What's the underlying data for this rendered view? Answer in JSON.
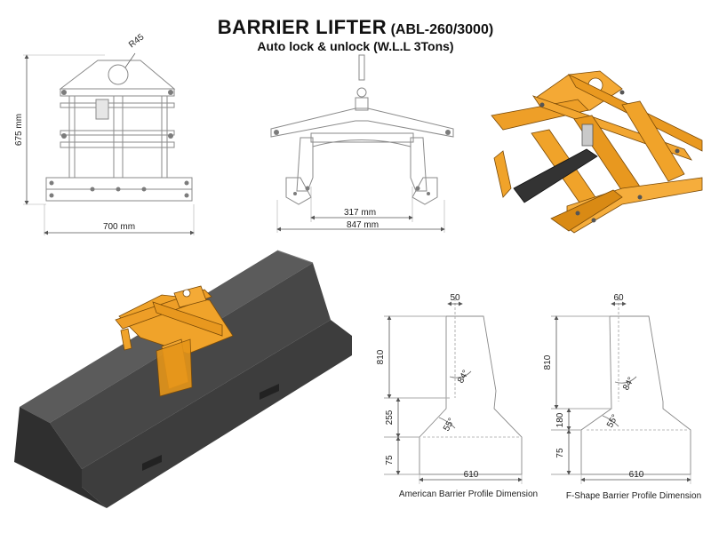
{
  "header": {
    "title": "BARRIER LIFTER",
    "model": "(ABL-260/3000)",
    "subtitle": "Auto lock & unlock (W.L.L 3Tons)"
  },
  "front_view": {
    "radius_label": "R45",
    "height_label": "675 mm",
    "width_label": "700 mm"
  },
  "side_view": {
    "inner_width_label": "317 mm",
    "outer_width_label": "847 mm"
  },
  "american_profile": {
    "top_width": "50",
    "height": "810",
    "mid_height": "255",
    "base_height": "75",
    "base_width": "610",
    "upper_angle": "84°",
    "lower_angle": "55°",
    "caption": "American Barrier Profile Dimension"
  },
  "fshape_profile": {
    "top_width": "60",
    "height": "810",
    "mid_height": "180",
    "base_height": "75",
    "base_width": "610",
    "upper_angle": "84°",
    "lower_angle": "55°",
    "caption": "F-Shape Barrier Profile Dimension"
  },
  "colors": {
    "lifter_orange": "#f0a32a",
    "lifter_dark": "#b86f0c",
    "concrete": "#4a4a4a",
    "concrete_top": "#5e5e5e",
    "line": "#777777"
  }
}
